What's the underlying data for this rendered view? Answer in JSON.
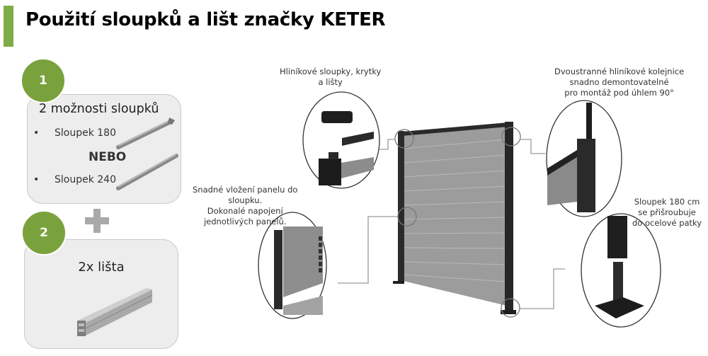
{
  "header": {
    "title": "Použití sloupků a lišt značky KETER",
    "accent_color": "#7eac48"
  },
  "steps": [
    {
      "number": "1",
      "heading": "2 možnosti sloupků",
      "items": [
        {
          "bullet": "•",
          "label": "Sloupek 180"
        },
        {
          "bullet": "•",
          "label": "Sloupek 240"
        }
      ],
      "separator": "NEBO"
    },
    {
      "number": "2",
      "heading": "2x lišta"
    }
  ],
  "connector_symbol": "plus-icon",
  "badge_color": "#7aa23c",
  "callouts": {
    "top_left": [
      "Hliníkové sloupky, krytky",
      "a lišty"
    ],
    "top_right": [
      "Dvoustranné hliníkové kolejnice",
      "snadno demontovatelné",
      "pro montáž pod úhlem 90°"
    ],
    "middle_left": [
      "Snadné vložení panelu do",
      "sloupku.",
      "Dokonalé napojení",
      "jednotlivých panelů."
    ],
    "bottom_right": [
      "Sloupek 180 cm",
      "se přišroubuje",
      "do ocelové patky"
    ]
  }
}
